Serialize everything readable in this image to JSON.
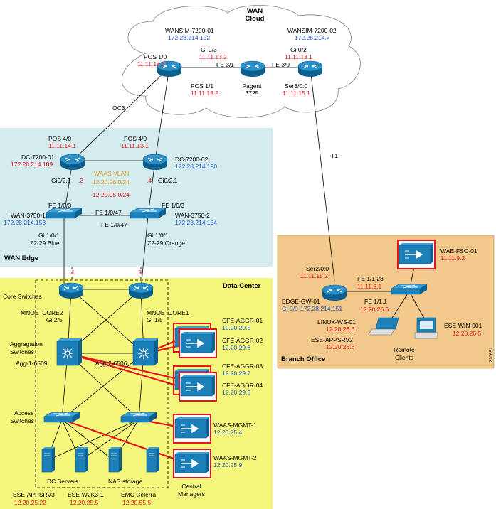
{
  "colors": {
    "red": "#e8141c",
    "blue": "#1f57c8",
    "orange": "#e8a020",
    "wan_edge_bg": "#d5ecef",
    "datacenter_bg": "#f4f77c",
    "branch_bg": "#f2c98a",
    "device_blue": "#1c7fb7"
  },
  "zones": {
    "wan_cloud": [
      "WAN",
      "Cloud"
    ],
    "wan_edge": "WAN Edge",
    "data_center": "Data Center",
    "branch_office": "Branch Office"
  },
  "wan": {
    "wansim1": {
      "name": "WANSIM-7200-01",
      "ip": "172.28.214.152"
    },
    "wansim2": {
      "name": "WANSIM-7200-02",
      "ip": "172.28.214.x"
    },
    "pos10": {
      "name": "POS 1/0",
      "ip": "11.11.14.2"
    },
    "pos11": {
      "name": "POS 1/1",
      "ip": "11.11.13.2"
    },
    "gi03": {
      "name": "Gi 0/3",
      "ip": "11.11.13.2"
    },
    "gi02": {
      "name": "Gi 0/2",
      "ip": "11.11.13.1"
    },
    "fe31": "FE 3/1",
    "fe30": "FE 3/0",
    "pagent": [
      "Pagent",
      "3725"
    ],
    "ser300": {
      "name": "Ser3/0:0",
      "ip": "11.11.15.1"
    },
    "oc3": "OC3",
    "t1": "T1"
  },
  "edge": {
    "dc01_pos": {
      "name": "POS 4/0",
      "ip": "11.11.14.1"
    },
    "dc02_pos": {
      "name": "POS 4/0",
      "ip": "11.11.13.1"
    },
    "dc01": {
      "name": "DC-7200-01",
      "ip": "172.28.214.189"
    },
    "dc02": {
      "name": "DC-7200-02",
      "ip": "172.28.214.190"
    },
    "waas_vlan": {
      "name": "WAAS VLAN",
      "ip": "12.20.96.0/24"
    },
    "vlan_ip": "12.20.95.0/24",
    "dc01_if": {
      "name": "Gi0/2.1",
      "ip": ".3"
    },
    "dc02_if": {
      "name": "Gi0/2.1",
      "ip": ".4"
    },
    "fe103_left": "FE 1/0/3",
    "fe103_right": "FE 1/0/3",
    "fe1047_top": "FE 1/0/47",
    "fe1047_bottom": "FE 1/0/47",
    "wan1": {
      "name": "WAN-3750-1",
      "ip": "172.28.214.153"
    },
    "wan2": {
      "name": "WAN-3750-2",
      "ip": "172.28.214.154"
    },
    "wan1_if": [
      "Gi 1/0/1",
      "Z2-29 Blue"
    ],
    "wan2_if": [
      "Gi 1/0/1",
      "Z2-29 Orange"
    ],
    "dot1": ".1",
    "dot2": ".2"
  },
  "dc": {
    "core_switches": "Core Switches",
    "core2": {
      "name": "MNOE_CORE2",
      "if": "Gi 2/5"
    },
    "core1": {
      "name": "MNOE_CORE1",
      "if": "Gi 1/5"
    },
    "aggregation": [
      "Aggregation",
      "Switches"
    ],
    "aggr1": "Aggr1-6509",
    "aggr2": "Aggr2-6506",
    "access": [
      "Access",
      "Switches"
    ],
    "dc_servers": "DC Servers",
    "nas_storage": "NAS storage",
    "central_managers": [
      "Central",
      "Managers"
    ],
    "cfe": [
      {
        "name": "CFE-AGGR-01",
        "ip": "12.20.29.5"
      },
      {
        "name": "CFE-AGGR-02",
        "ip": "12.20.29.6"
      },
      {
        "name": "CFE-AGGR-03",
        "ip": "12.20.29.7"
      },
      {
        "name": "CFE-AGGR-04",
        "ip": "12.20.29.8"
      }
    ],
    "mgmt": [
      {
        "name": "WAAS-MGMT-1",
        "ip": "12.20.25.4"
      },
      {
        "name": "WAAS-MGMT-2",
        "ip": "12.20.25.9"
      }
    ],
    "servers": [
      {
        "name": "ESE-APPSRV3",
        "ip": "12.20.25.22"
      },
      {
        "name": "ESE-W2K3-1",
        "ip": "12.20.25.5"
      },
      {
        "name": "EMC Celerra",
        "ip": "12.20.55.5"
      }
    ]
  },
  "branch": {
    "wae": {
      "name": "WAE-FSO-01",
      "ip": "11.11.9.2"
    },
    "ser200": {
      "name": "Ser2/0:0",
      "ip": "11.11.15.2"
    },
    "fe1128": {
      "name": "FE 1/1.28",
      "ip": "11.11.9.1"
    },
    "fe111": {
      "name": "FE 1/1.1",
      "ip": "12.20.26.5"
    },
    "edge_gw": {
      "name": "EDGE-GW-01",
      "if": "Gi 0/0",
      "ip": "172.28.214.151"
    },
    "linux": {
      "name": "LINUX-WS-01",
      "ip": "12.20.26.6"
    },
    "appsrv2": {
      "name": "ESE-APPSRV2",
      "ip": "12.20.26.6"
    },
    "win": {
      "name": "ESE-WIN-001",
      "ip": "12.20.26.5"
    },
    "remote_clients": [
      "Remote",
      "Clients"
    ]
  },
  "figure_id": "220651"
}
